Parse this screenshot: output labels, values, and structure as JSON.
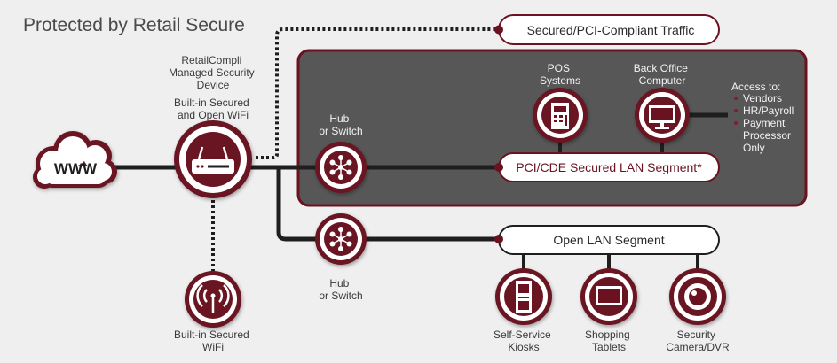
{
  "title": "Protected by Retail Secure",
  "internet": {
    "label": "WWW"
  },
  "device": {
    "label_lines": [
      "RetailCompli",
      "Managed Security",
      "Device"
    ],
    "sublabel_lines": [
      "Built-in Secured",
      "and Open WiFi"
    ]
  },
  "wifi": {
    "label_lines": [
      "Built-in Secured",
      "WiFi"
    ]
  },
  "hub_secured": {
    "label_lines": [
      "Hub",
      "or Switch"
    ]
  },
  "hub_open": {
    "label_lines": [
      "Hub",
      "or Switch"
    ]
  },
  "pill_traffic": {
    "label": "Secured/PCI-Compliant Traffic"
  },
  "pill_pci": {
    "label": "PCI/CDE Secured LAN Segment*"
  },
  "pill_open": {
    "label": "Open LAN Segment"
  },
  "pos": {
    "label_lines": [
      "POS",
      "Systems"
    ]
  },
  "back_office": {
    "label_lines": [
      "Back Office",
      "Computer"
    ]
  },
  "access": {
    "heading": "Access to:",
    "items": [
      "Vendors",
      "HR/Payroll",
      "Payment",
      "Processor",
      "Only"
    ]
  },
  "kiosks": {
    "label_lines": [
      "Self-Service",
      "Kiosks"
    ]
  },
  "tablets": {
    "label_lines": [
      "Shopping",
      "Tablets"
    ]
  },
  "camera": {
    "label_lines": [
      "Security",
      "Camera/DVR"
    ]
  },
  "colors": {
    "accent": "#6b1220",
    "dark_panel": "#575757",
    "line": "#1e1e1e",
    "background": "#efefef"
  }
}
